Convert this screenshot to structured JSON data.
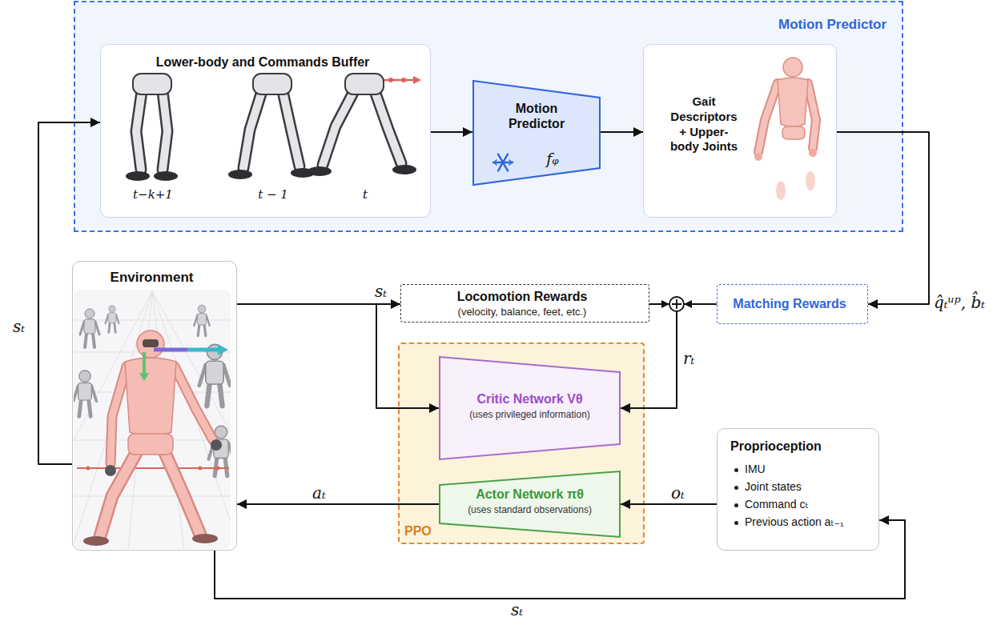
{
  "diagram": {
    "nodes": [
      {
        "text": [
          "Motion Predictor"
        ]
      },
      {
        "text": [
          "Lower-body and Commands Buffer",
          "t−k+1",
          "t − 1",
          "t"
        ],
        "in": 0
      },
      {
        "text": [
          "Motion Predictor",
          "fᵩ"
        ],
        "in": 0
      },
      {
        "text": [
          "Gait Descriptors + Upper-body Joints"
        ],
        "in": 0
      },
      {
        "text": [
          "Environment"
        ]
      },
      {
        "text": [
          "Locomotion Rewards",
          "(velocity, balance, feet, etc.)"
        ]
      },
      {
        "text": [
          "Matching Rewards"
        ]
      },
      {
        "text": [
          "PPO"
        ]
      },
      {
        "text": [
          "Critic Network Vθ",
          "(uses privileged information)"
        ],
        "in": 7
      },
      {
        "text": [
          "Actor Network πθ",
          "(uses standard observations)"
        ],
        "in": 7
      },
      {
        "text": [
          "Proprioception",
          "IMU",
          "Joint states",
          "Command cₜ",
          "Previous action aₜ₋₁"
        ]
      }
    ],
    "edges": [
      {
        "from": 4,
        "to": 1,
        "arrow": "to",
        "label": "sₜ"
      },
      {
        "from": 1,
        "to": 2,
        "arrow": "to"
      },
      {
        "from": 2,
        "to": 3,
        "arrow": "to"
      },
      {
        "from": 3,
        "to": 6,
        "arrow": "to",
        "label": "q̂ₜᵘᵖ, b̂ₜ"
      },
      {
        "from": 4,
        "to": 5,
        "arrow": "to",
        "label": "sₜ"
      },
      {
        "from": 4,
        "to": 8,
        "arrow": "to"
      },
      {
        "from": 5,
        "to": 8,
        "arrow": "to",
        "label": "rₜ"
      },
      {
        "from": 6,
        "to": 8,
        "arrow": "to"
      },
      {
        "from": 9,
        "to": 4,
        "arrow": "to",
        "label": "aₜ"
      },
      {
        "from": 10,
        "to": 9,
        "arrow": "to",
        "label": "oₜ"
      },
      {
        "from": 4,
        "to": 10,
        "arrow": "to",
        "label": "sₜ"
      }
    ]
  }
}
